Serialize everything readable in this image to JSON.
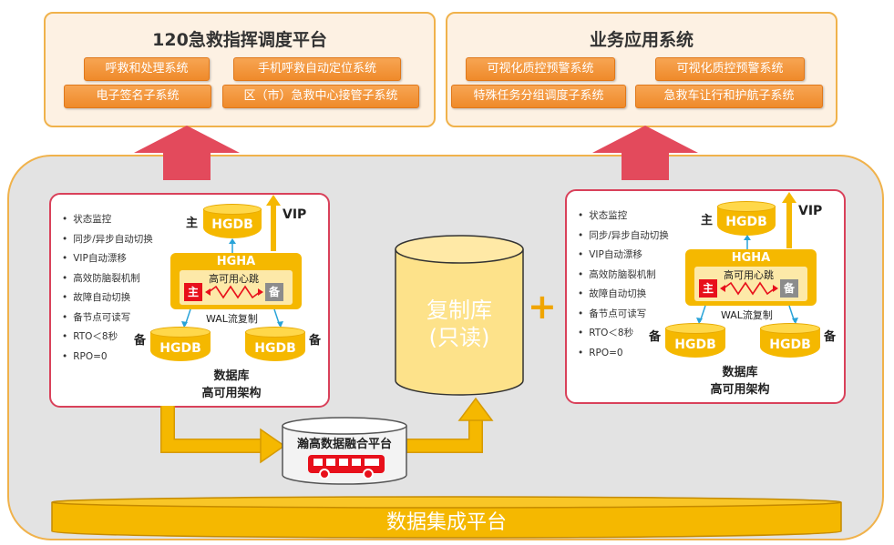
{
  "left_panel": {
    "title": "120急救指挥调度平台",
    "items": [
      "呼救和处理系统",
      "手机呼救自动定位系统",
      "电子签名子系统",
      "区（市）急救中心接管子系统"
    ]
  },
  "right_panel": {
    "title": "业务应用系统",
    "items": [
      "可视化质控预警系统",
      "可视化质控预警系统",
      "特殊任务分组调度子系统",
      "急救车让行和护航子系统"
    ]
  },
  "ha": {
    "bullets": [
      "状态监控",
      "同步/异步自动切换",
      "VIP自动漂移",
      "高效防脑裂机制",
      "故障自动切换",
      "备节点可读写",
      "RTO＜8秒",
      "RPO=0"
    ],
    "db_name": "HGDB",
    "ha_name": "HGHA",
    "heartbeat": "高可用心跳",
    "main": "主",
    "backup": "备",
    "vip": "VIP",
    "wal": "WAL流复制",
    "caption_line1": "数据库",
    "caption_line2": "高可用架构"
  },
  "replica": {
    "line1": "复制库",
    "line2": "(只读)"
  },
  "fusion": {
    "label": "瀚高数据融合平台"
  },
  "plus": "+",
  "integration": {
    "label": "数据集成平台"
  },
  "colors": {
    "orange": "#ef8a2a",
    "yellow": "#f5b800",
    "red": "#e34a5c",
    "panel_border": "#f0b24b"
  }
}
